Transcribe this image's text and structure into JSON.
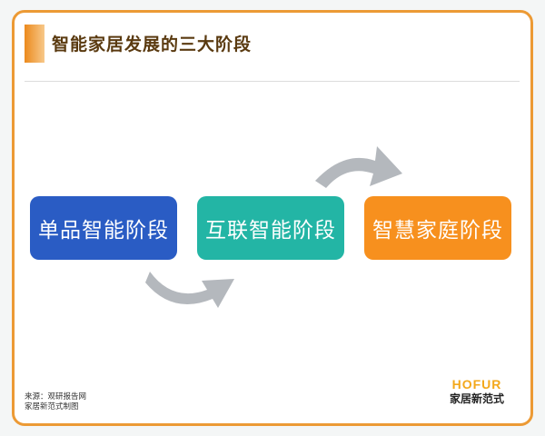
{
  "header": {
    "title": "智能家居发展的三大阶段"
  },
  "stages": [
    {
      "label": "单品智能阶段",
      "color": "#2a5cc4"
    },
    {
      "label": "互联智能阶段",
      "color": "#23b5a5"
    },
    {
      "label": "智慧家庭阶段",
      "color": "#f7901e"
    }
  ],
  "arrows": [
    {
      "icon": "curved-arrow-right-down",
      "color": "#b4b8bd"
    },
    {
      "icon": "curved-arrow-right-up",
      "color": "#b4b8bd"
    }
  ],
  "footer": {
    "source_line1": "来源：观研报告网",
    "source_line2": "家居新范式制图",
    "logo_en": "HOFUR",
    "logo_cn": "家居新范式"
  },
  "colors": {
    "frame": "#ec9a35",
    "title_text": "#5a3a10",
    "logo_accent": "#f3a81b"
  }
}
